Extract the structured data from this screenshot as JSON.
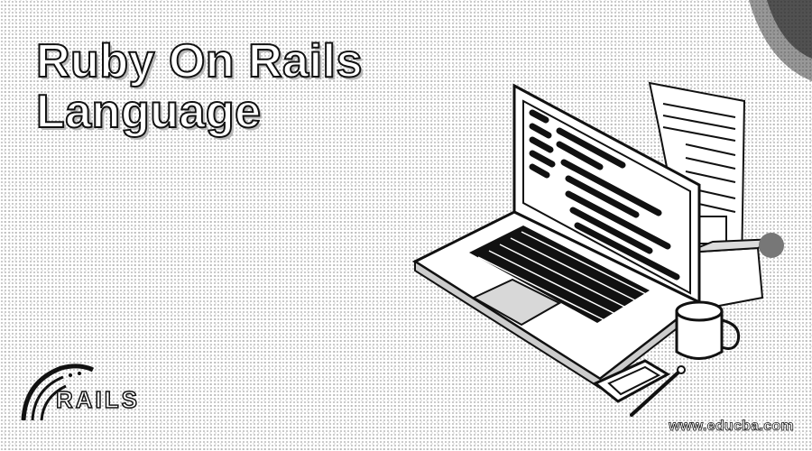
{
  "banner": {
    "title_line1": "Ruby On Rails",
    "title_line2": "Language",
    "logo_text": "RAILS",
    "website": "www.educba.com"
  },
  "colors": {
    "background": "#ffffff",
    "ink": "#111111",
    "shade": "#b8b8b8"
  },
  "icons": {
    "logo": "rails-logo-icon",
    "laptop": "laptop-icon",
    "document": "document-icon",
    "mug": "mug-icon",
    "phone": "phone-icon",
    "pen": "pen-icon"
  }
}
